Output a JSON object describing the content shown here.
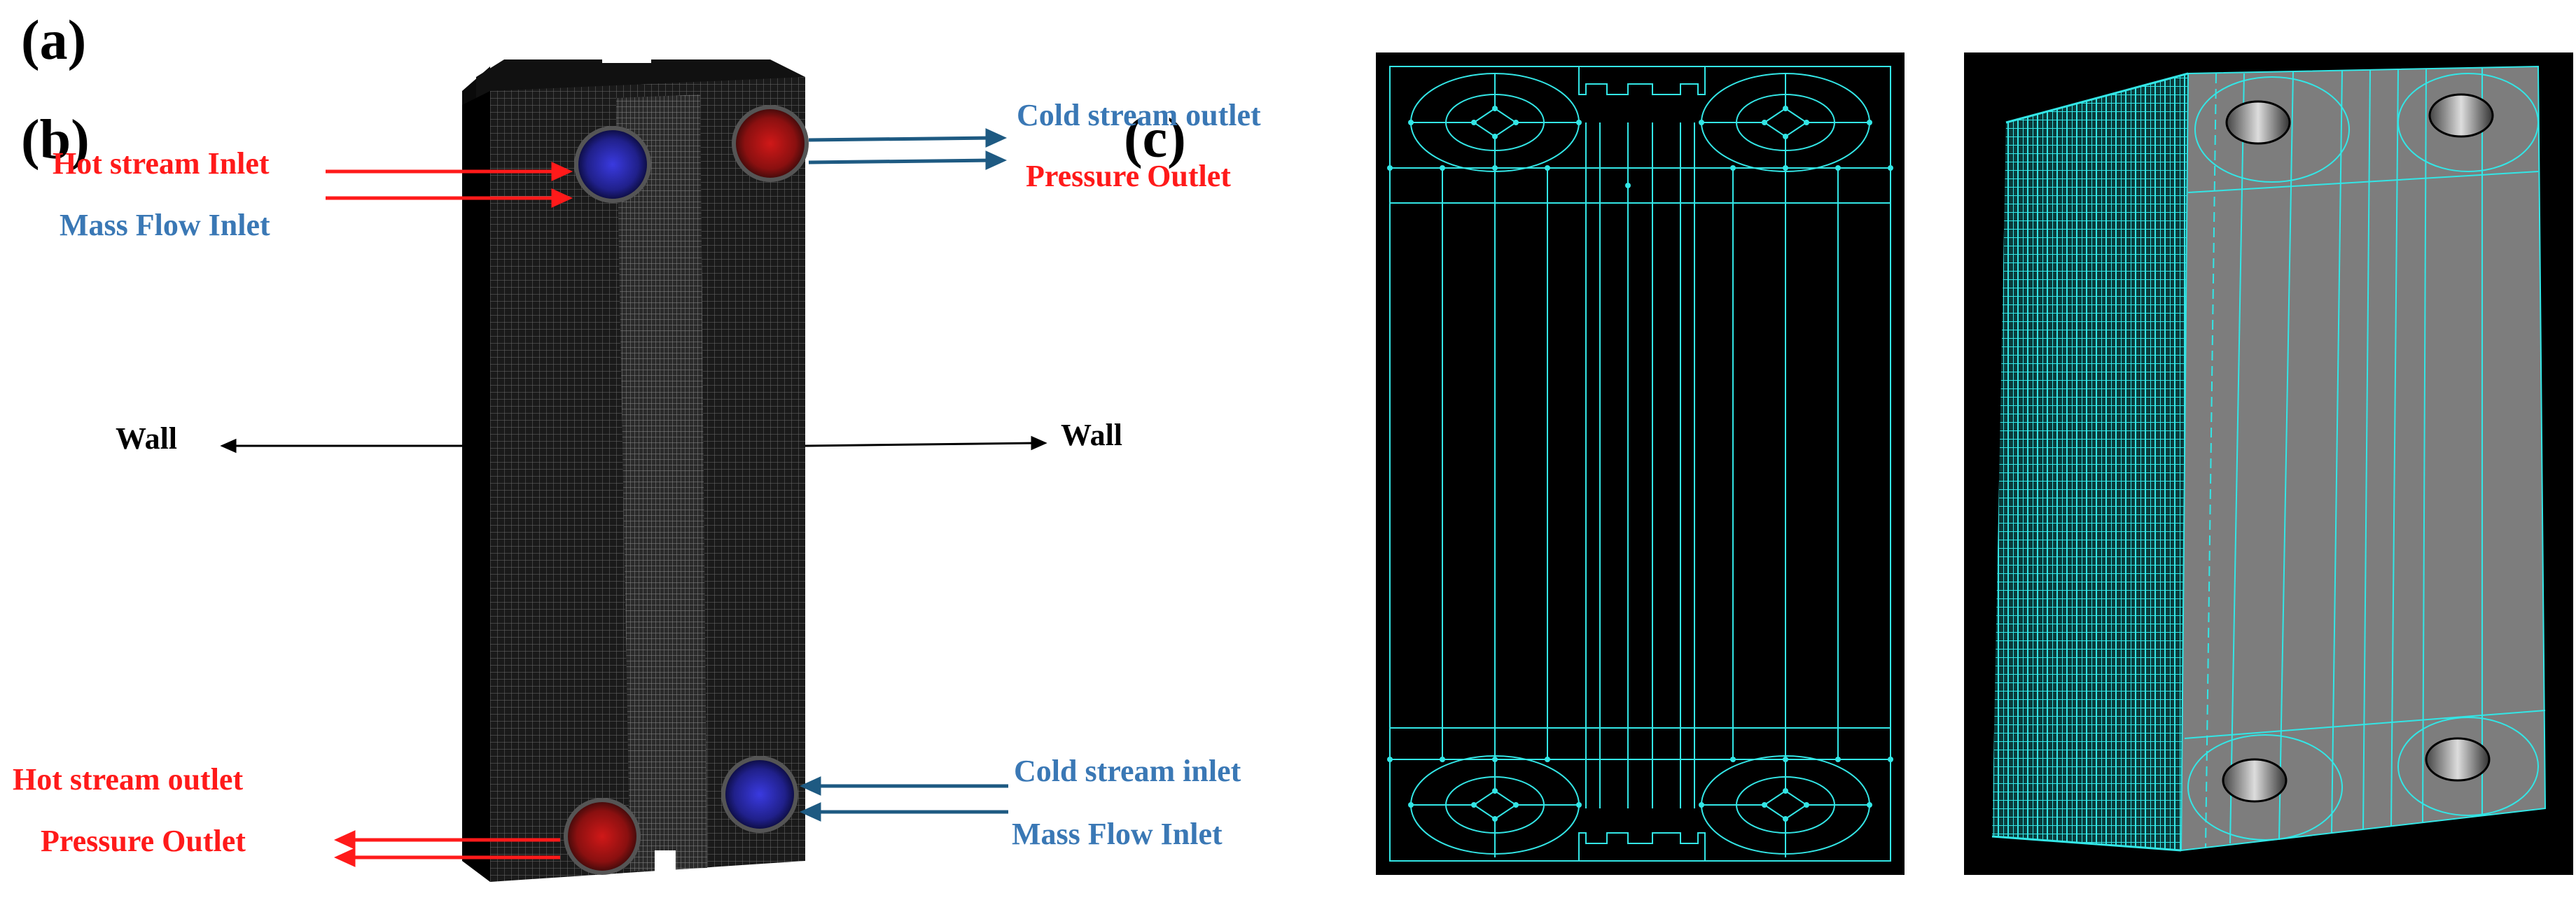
{
  "panels": {
    "a": "(a)",
    "b": "(b)",
    "c": "(c)"
  },
  "labels": {
    "hot_inlet": "Hot stream Inlet",
    "hot_inlet_bc": "Mass Flow Inlet",
    "cold_outlet": "Cold stream outlet",
    "cold_outlet_bc": "Pressure Outlet",
    "wall_left": "Wall",
    "wall_right": "Wall",
    "hot_outlet": "Hot stream outlet",
    "hot_outlet_bc": "Pressure Outlet",
    "cold_inlet": "Cold stream inlet",
    "cold_inlet_bc": "Mass Flow Inlet"
  },
  "colors": {
    "hot": "#ff1a1a",
    "cold": "#3a78b5",
    "mesh": "#33e6e6",
    "background_dark": "#000000",
    "plate_grey": "#7d7d7d"
  }
}
